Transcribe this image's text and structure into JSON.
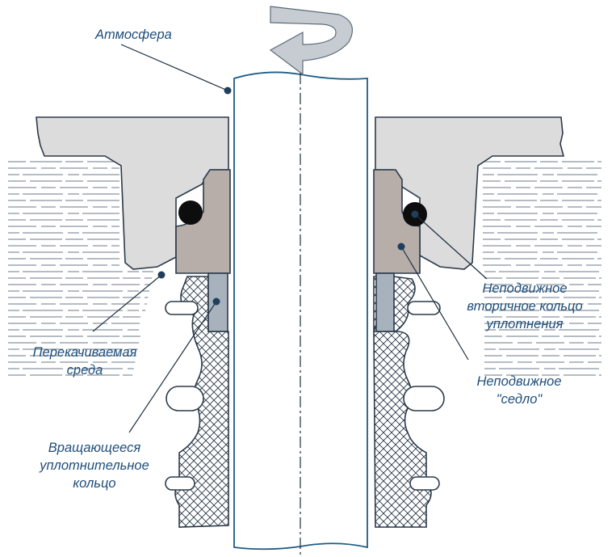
{
  "labels": {
    "atmosphere": "Атмосфера",
    "pumped_medium_line1": "Перекачиваемая",
    "pumped_medium_line2": "среда",
    "rotating_ring_line1": "Вращающееся",
    "rotating_ring_line2": "уплотнительное",
    "rotating_ring_line3": "кольцо",
    "secondary_ring_line1": "Неподвижное",
    "secondary_ring_line2": "вторичное кольцо",
    "secondary_ring_line3": "уплотнения",
    "seat_line1": "Неподвижное",
    "seat_line2": "\"седло\""
  },
  "colors": {
    "outline": "#2b3a4a",
    "shaft_stroke": "#1f5c85",
    "text": "#1f4e79",
    "housing_fill": "#dcdcdc",
    "seat_fill": "#b7aeaa",
    "ring_fill": "#a8b2bd",
    "liquid_lines": "#6b7a88",
    "arrow_fill": "#c7ccd2"
  },
  "icons": {
    "rotation": "curved-arrow-icon",
    "oring": "o-ring-icon"
  }
}
